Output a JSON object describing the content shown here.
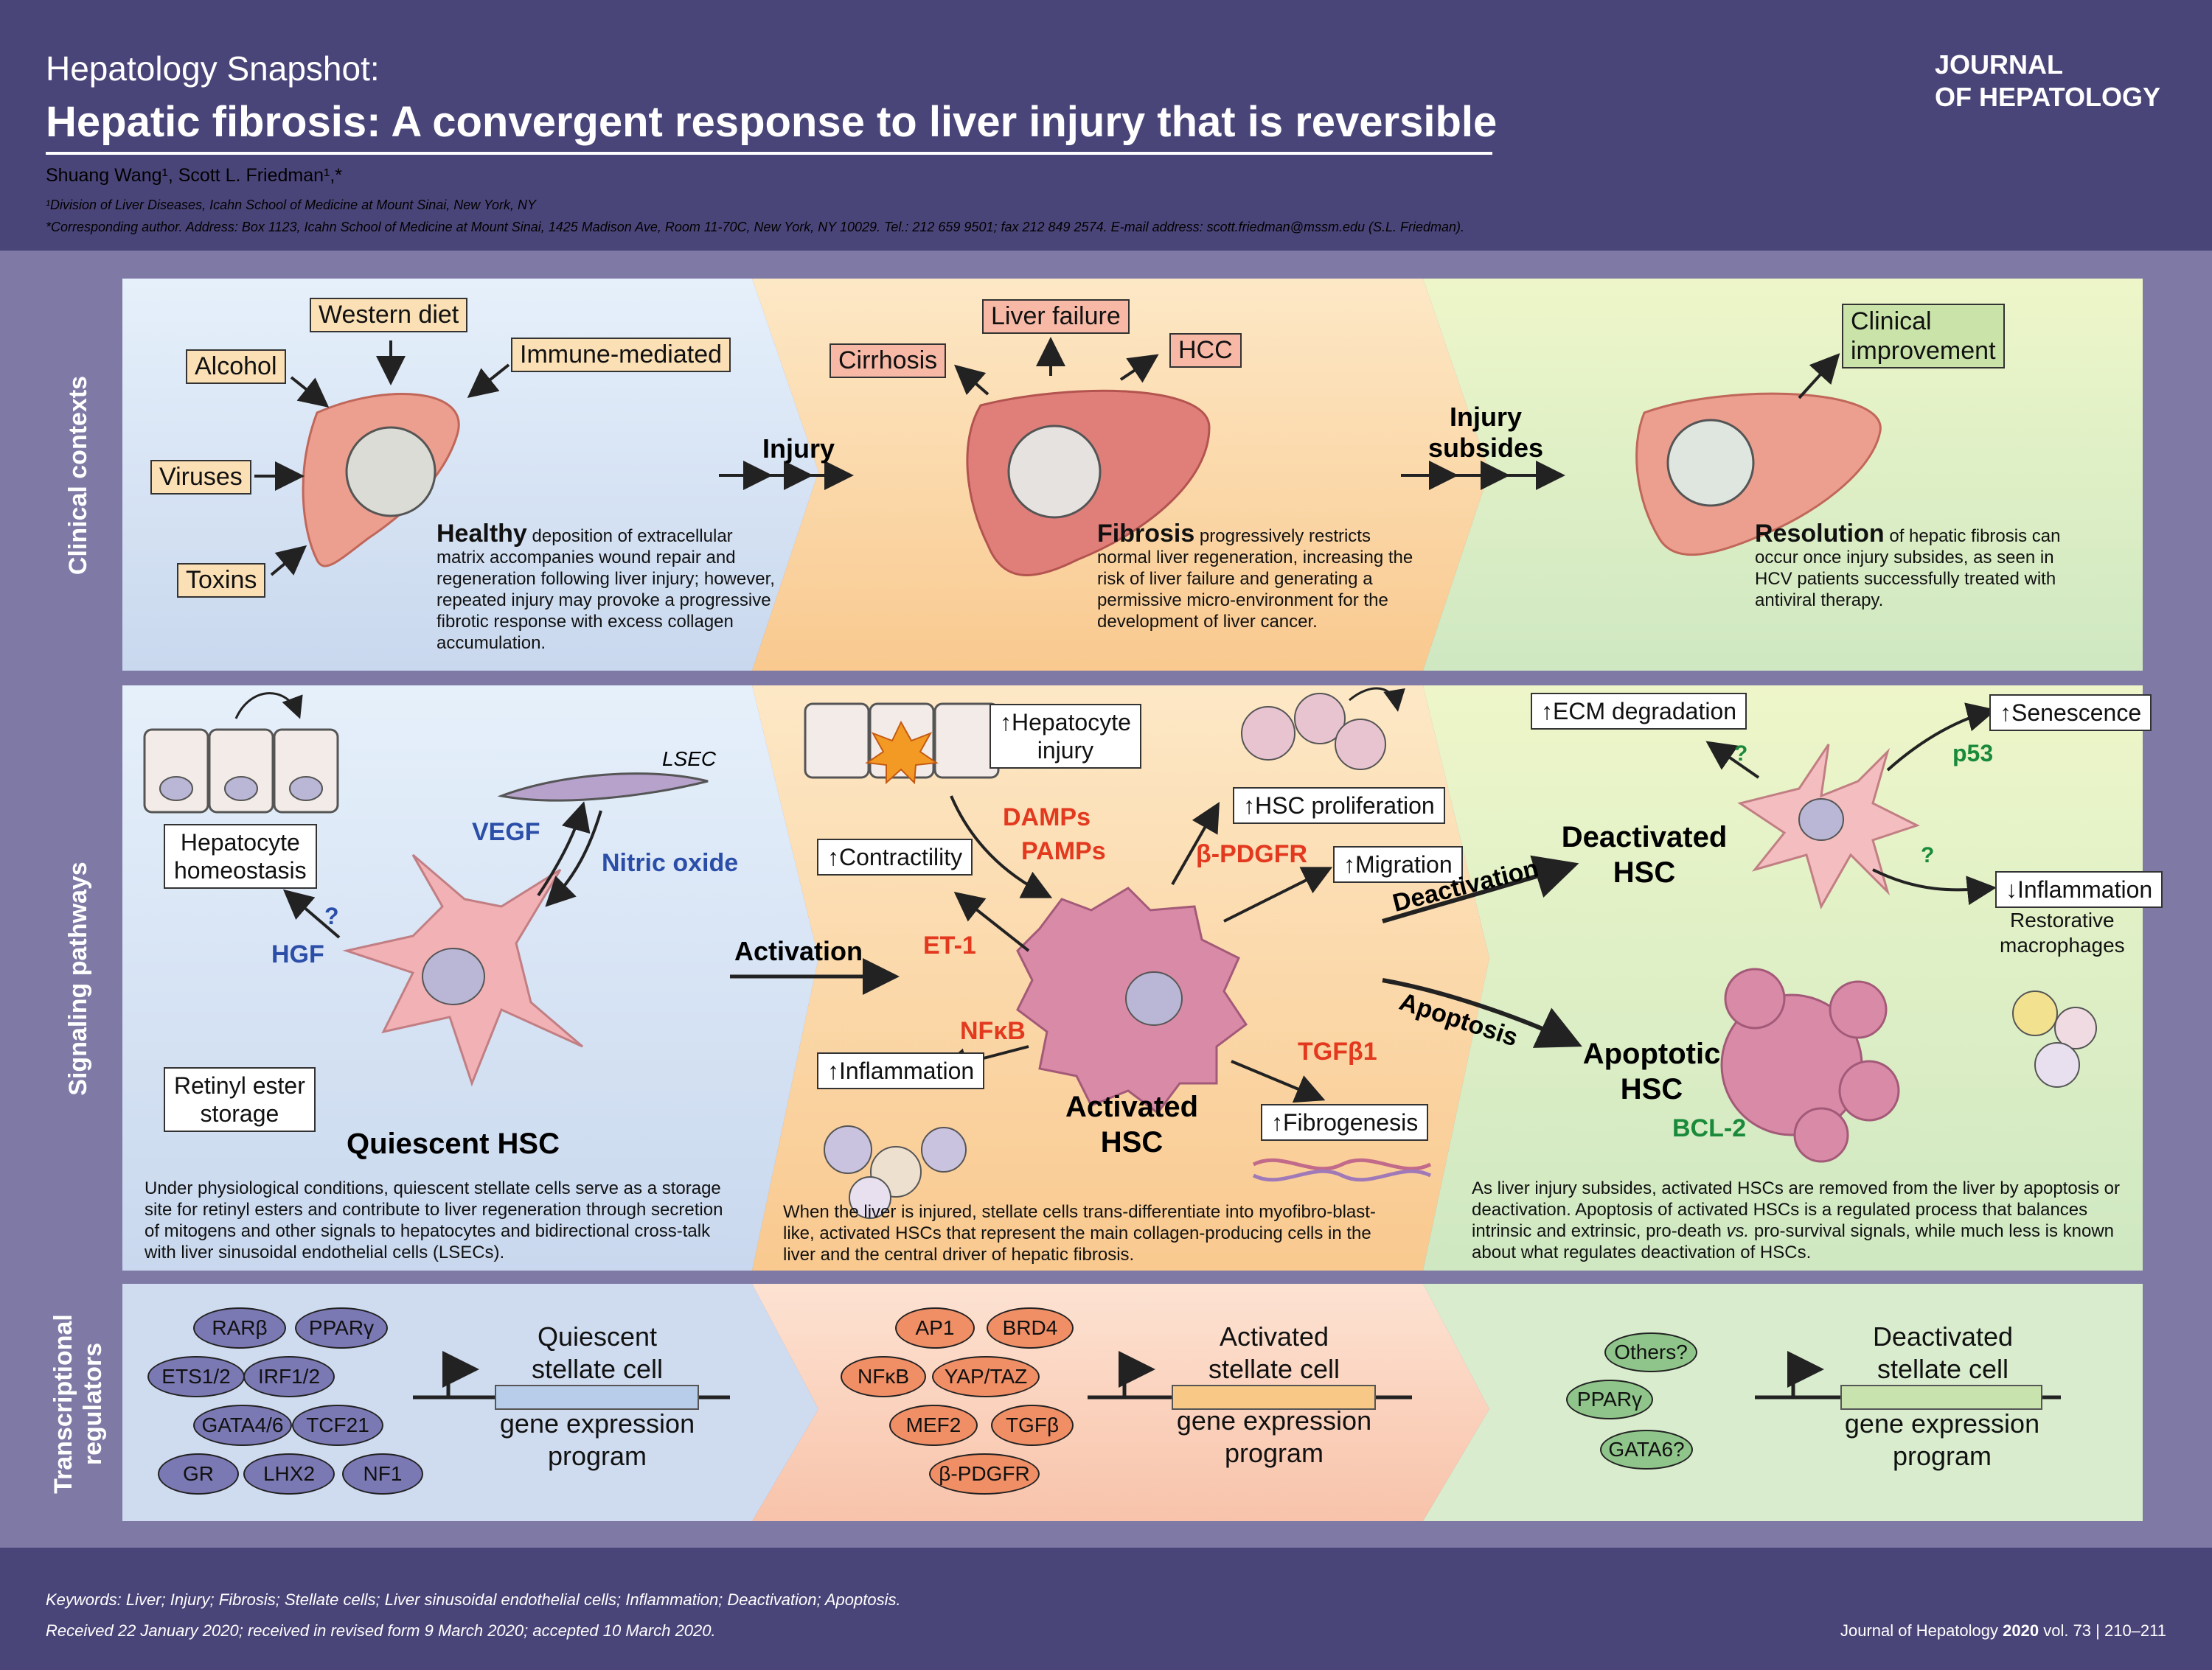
{
  "header": {
    "snapshot": "Hepatology Snapshot:",
    "title": "Hepatic fibrosis: A convergent response to liver injury that is reversible",
    "authors": "Shuang Wang¹, Scott L. Friedman¹,*",
    "affiliation": "¹Division of Liver Diseases, Icahn School of Medicine at Mount Sinai, New York, NY",
    "corresponding": "*Corresponding author. Address: Box 1123, Icahn School of Medicine at Mount Sinai, 1425 Madison Ave, Room 11-70C, New York, NY 10029. Tel.: 212 659 9501; fax 212 849 2574. E-mail address: scott.friedman@mssm.edu (S.L. Friedman).",
    "journal_line1": "JOURNAL",
    "journal_line2": "OF HEPATOLOGY"
  },
  "rows": {
    "clinical": "Clinical contexts",
    "signaling": "Signaling pathways",
    "transcriptional_line1": "Transcriptional",
    "transcriptional_line2": "regulators"
  },
  "clinical": {
    "causes": [
      "Western diet",
      "Alcohol",
      "Immune-mediated",
      "Viruses",
      "Toxins"
    ],
    "injury": "Injury",
    "injury_subsides_line1": "Injury",
    "injury_subsides_line2": "subsides",
    "outcomes": [
      "Liver failure",
      "Cirrhosis",
      "HCC"
    ],
    "clinical_improvement_line1": "Clinical",
    "clinical_improvement_line2": "improvement",
    "healthy_title": "Healthy",
    "healthy_text_1": "deposition of extracellular",
    "healthy_text_2": "matrix accompanies wound repair and regeneration following liver injury; however, repeated injury may provoke a progressive fibrotic response with excess collagen accumulation.",
    "fibrosis_title": "Fibrosis",
    "fibrosis_text_1": "progressively restricts",
    "fibrosis_text_2": "normal liver regeneration, increasing the risk of liver failure and generating a permissive micro-environment for the development of liver cancer.",
    "resolution_title": "Resolution",
    "resolution_text_1": "of hepatic fibrosis",
    "resolution_text_2": "can occur once injury subsides, as seen in HCV patients successfully treated with antiviral therapy."
  },
  "signaling": {
    "hepatocyte_homeostasis_line1": "Hepatocyte",
    "hepatocyte_homeostasis_line2": "homeostasis",
    "lsec": "LSEC",
    "vegf": "VEGF",
    "nitric_oxide": "Nitric oxide",
    "question": "?",
    "hgf": "HGF",
    "retinyl_line1": "Retinyl ester",
    "retinyl_line2": "storage",
    "quiescent_hsc": "Quiescent HSC",
    "activation": "Activation",
    "hepatocyte_injury_line1": "↑Hepatocyte",
    "hepatocyte_injury_line2": "injury",
    "damps": "DAMPs",
    "pamps": "PAMPs",
    "contractility": "↑Contractility",
    "hsc_proliferation": "↑HSC proliferation",
    "bpdgfr": "β-PDGFR",
    "migration": "↑Migration",
    "et1": "ET-1",
    "nfkb": "NFκB",
    "inflammation": "↑Inflammation",
    "tgfb1": "TGFβ1",
    "activated_hsc_line1": "Activated",
    "activated_hsc_line2": "HSC",
    "fibrogenesis": "↑Fibrogenesis",
    "ecm_degradation": "↑ECM degradation",
    "senescence": "↑Senescence",
    "p53": "p53",
    "deactivation": "Deactivation",
    "deactivated_hsc_line1": "Deactivated",
    "deactivated_hsc_line2": "HSC",
    "inflammation_down": "↓Inflammation",
    "restorative_line1": "Restorative",
    "restorative_line2": "macrophages",
    "apoptosis": "Apoptosis",
    "apoptotic_hsc_line1": "Apoptotic",
    "apoptotic_hsc_line2": "HSC",
    "bcl2": "BCL-2",
    "quiescent_text": "Under physiological conditions, quiescent stellate cells serve as a storage site for retinyl esters and contribute to liver regeneration through secretion of mitogens and other signals to hepatocytes and bidirectional cross-talk with liver sinusoidal endothelial cells (LSECs).",
    "activated_text": "When the liver is injured, stellate cells trans-differentiate into myofibro-blast-like, activated HSCs that represent the main collagen-producing cells in the liver and the central driver of hepatic fibrosis.",
    "resolved_text_1": "As liver injury subsides, activated HSCs are removed from the liver by apoptosis or deactivation. Apoptosis of activated HSCs is a regulated process that balances intrinsic and extrinsic, pro-death",
    "resolved_text_vs": "vs.",
    "resolved_text_2": "pro-survival signals, while much less is known about what regulates deactivation of HSCs."
  },
  "transcriptional": {
    "quiescent_factors": [
      "RARβ",
      "PPARγ",
      "ETS1/2",
      "IRF1/2",
      "GATA4/6",
      "TCF21",
      "GR",
      "LHX2",
      "NF1"
    ],
    "quiescent_title_line1": "Quiescent",
    "quiescent_title_line2": "stellate cell",
    "activated_factors": [
      "AP1",
      "BRD4",
      "NFκB",
      "YAP/TAZ",
      "MEF2",
      "TGFβ",
      "β-PDGFR"
    ],
    "activated_title_line1": "Activated",
    "activated_title_line2": "stellate cell",
    "deactivated_factors": [
      "Others?",
      "PPARγ",
      "GATA6?"
    ],
    "deactivated_title_line1": "Deactivated",
    "deactivated_title_line2": "stellate cell",
    "gene_expression_line1": "gene expression",
    "gene_expression_line2": "program"
  },
  "colors": {
    "background": "#4a4579",
    "band": "#7f7aa5",
    "quiescent_panel": "#d6e3f4",
    "activated_panel": "#fbd9b0",
    "resolved_panel": "#d6ebc8",
    "accent_red": "#e2391f",
    "accent_blue": "#2b4ea8",
    "accent_green": "#1a8a3a"
  },
  "footer": {
    "keywords": "Keywords: Liver; Injury; Fibrosis; Stellate cells; Liver sinusoidal endothelial cells; Inflammation; Deactivation; Apoptosis.",
    "received": "Received 22 January 2020; received in revised form 9 March 2020; accepted 10 March 2020.",
    "journal_name": "Journal of Hepatology",
    "year": "2020",
    "volume": "vol. 73 | 210–211"
  }
}
